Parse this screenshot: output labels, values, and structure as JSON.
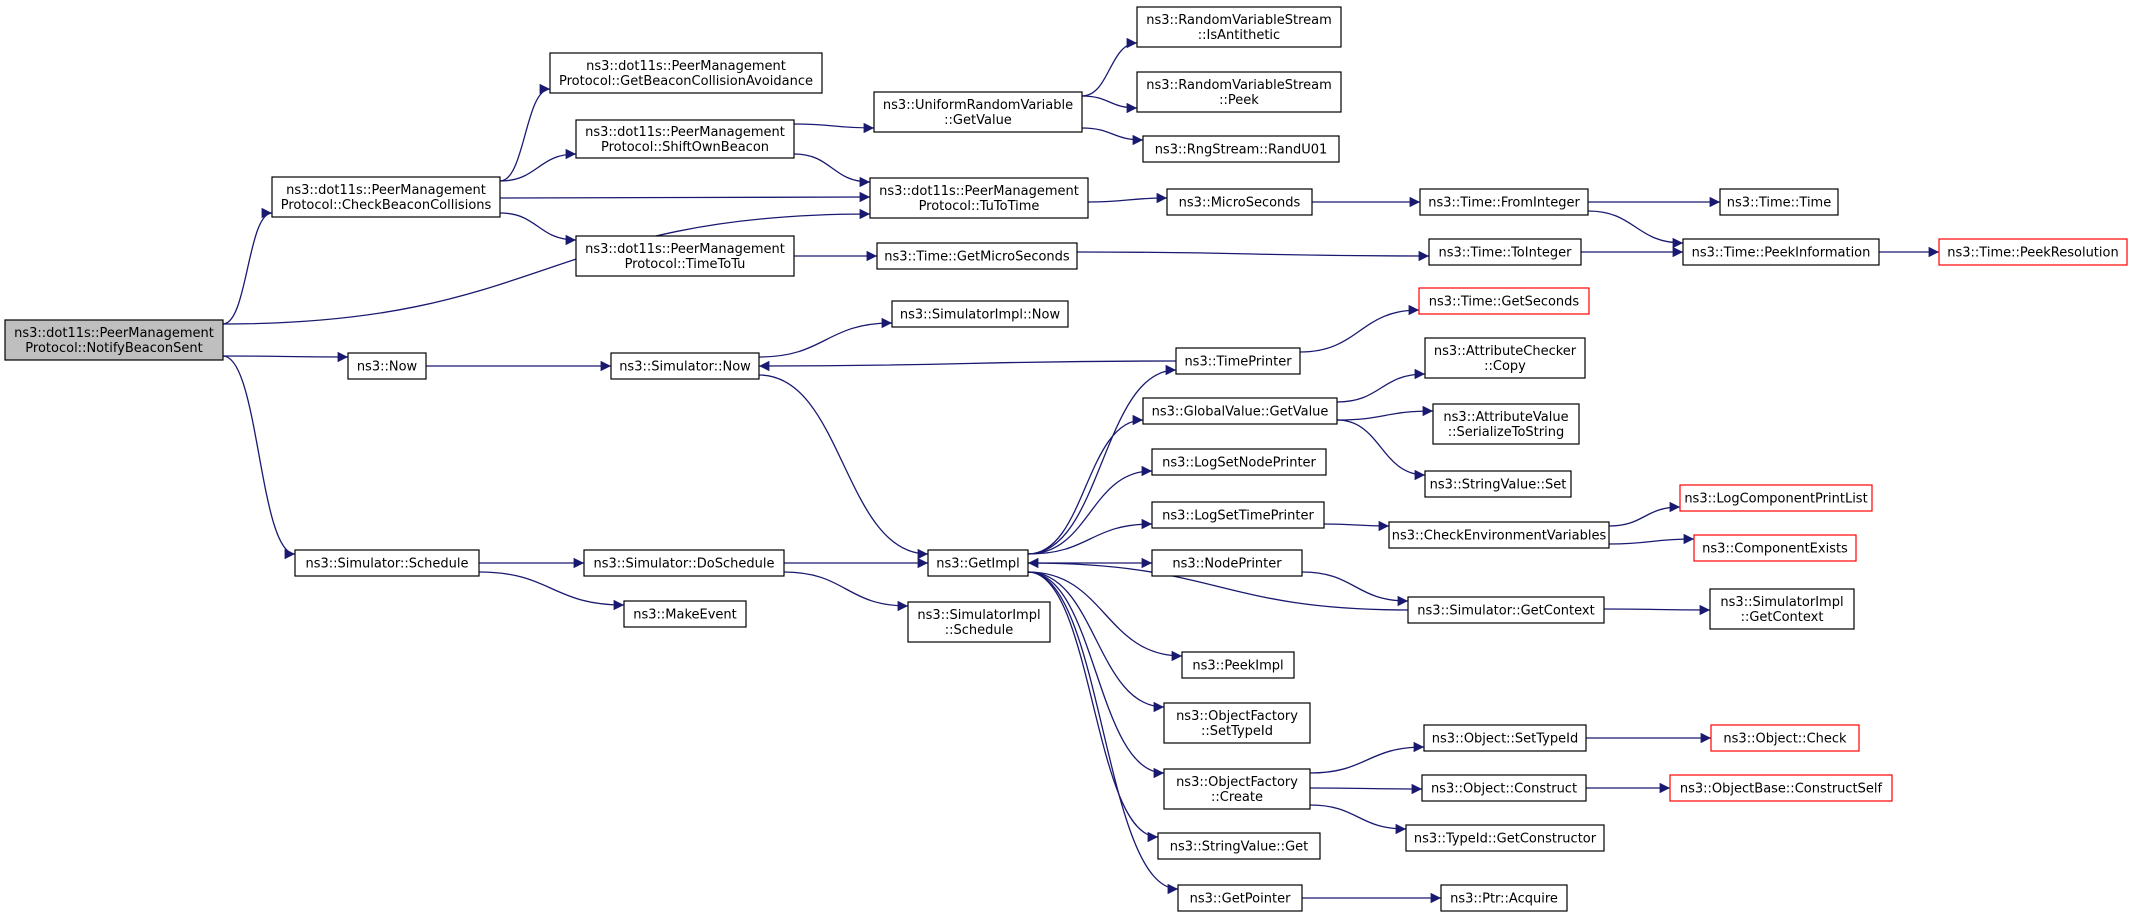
{
  "nodes": [
    {
      "id": "root",
      "lines": [
        "ns3::dot11s::PeerManagement",
        "Protocol::NotifyBeaconSent"
      ],
      "style": "root"
    },
    {
      "id": "checkBeacon",
      "lines": [
        "ns3::dot11s::PeerManagement",
        "Protocol::CheckBeaconCollisions"
      ]
    },
    {
      "id": "getBeaconCA",
      "lines": [
        "ns3::dot11s::PeerManagement",
        "Protocol::GetBeaconCollisionAvoidance"
      ]
    },
    {
      "id": "shiftOwn",
      "lines": [
        "ns3::dot11s::PeerManagement",
        "Protocol::ShiftOwnBeacon"
      ]
    },
    {
      "id": "timeToTu",
      "lines": [
        "ns3::dot11s::PeerManagement",
        "Protocol::TimeToTu"
      ]
    },
    {
      "id": "uniformGet",
      "lines": [
        "ns3::UniformRandomVariable",
        "::GetValue"
      ]
    },
    {
      "id": "isAnti",
      "lines": [
        "ns3::RandomVariableStream",
        "::IsAntithetic"
      ]
    },
    {
      "id": "peek",
      "lines": [
        "ns3::RandomVariableStream",
        "::Peek"
      ]
    },
    {
      "id": "randU01",
      "lines": [
        "ns3::RngStream::RandU01"
      ]
    },
    {
      "id": "tuToTime",
      "lines": [
        "ns3::dot11s::PeerManagement",
        "Protocol::TuToTime"
      ]
    },
    {
      "id": "microSeconds",
      "lines": [
        "ns3::MicroSeconds"
      ]
    },
    {
      "id": "fromInteger",
      "lines": [
        "ns3::Time::FromInteger"
      ]
    },
    {
      "id": "timeTime",
      "lines": [
        "ns3::Time::Time"
      ]
    },
    {
      "id": "getMicro",
      "lines": [
        "ns3::Time::GetMicroSeconds"
      ]
    },
    {
      "id": "toInteger",
      "lines": [
        "ns3::Time::ToInteger"
      ]
    },
    {
      "id": "peekInfo",
      "lines": [
        "ns3::Time::PeekInformation"
      ]
    },
    {
      "id": "peekRes",
      "lines": [
        "ns3::Time::PeekResolution"
      ],
      "style": "red"
    },
    {
      "id": "getSeconds",
      "lines": [
        "ns3::Time::GetSeconds"
      ],
      "style": "red"
    },
    {
      "id": "simImplNow",
      "lines": [
        "ns3::SimulatorImpl::Now"
      ]
    },
    {
      "id": "now",
      "lines": [
        "ns3::Now"
      ]
    },
    {
      "id": "simNow",
      "lines": [
        "ns3::Simulator::Now"
      ]
    },
    {
      "id": "timePrinter",
      "lines": [
        "ns3::TimePrinter"
      ]
    },
    {
      "id": "attrCopy",
      "lines": [
        "ns3::AttributeChecker",
        "::Copy"
      ]
    },
    {
      "id": "globalGet",
      "lines": [
        "ns3::GlobalValue::GetValue"
      ]
    },
    {
      "id": "attrSerialize",
      "lines": [
        "ns3::AttributeValue",
        "::SerializeToString"
      ]
    },
    {
      "id": "logSetNode",
      "lines": [
        "ns3::LogSetNodePrinter"
      ]
    },
    {
      "id": "strSet",
      "lines": [
        "ns3::StringValue::Set"
      ]
    },
    {
      "id": "logSetTime",
      "lines": [
        "ns3::LogSetTimePrinter"
      ]
    },
    {
      "id": "logCompPrint",
      "lines": [
        "ns3::LogComponentPrintList"
      ],
      "style": "red"
    },
    {
      "id": "checkEnv",
      "lines": [
        "ns3::CheckEnvironmentVariables"
      ]
    },
    {
      "id": "compExists",
      "lines": [
        "ns3::ComponentExists"
      ],
      "style": "red"
    },
    {
      "id": "simSchedule",
      "lines": [
        "ns3::Simulator::Schedule"
      ]
    },
    {
      "id": "doSchedule",
      "lines": [
        "ns3::Simulator::DoSchedule"
      ]
    },
    {
      "id": "getImpl",
      "lines": [
        "ns3::GetImpl"
      ]
    },
    {
      "id": "nodePrinter",
      "lines": [
        "ns3::NodePrinter"
      ]
    },
    {
      "id": "getContext",
      "lines": [
        "ns3::Simulator::GetContext"
      ]
    },
    {
      "id": "implGetContext",
      "lines": [
        "ns3::SimulatorImpl",
        "::GetContext"
      ]
    },
    {
      "id": "makeEvent",
      "lines": [
        "ns3::MakeEvent"
      ]
    },
    {
      "id": "implSchedule",
      "lines": [
        "ns3::SimulatorImpl",
        "::Schedule"
      ]
    },
    {
      "id": "peekImpl",
      "lines": [
        "ns3::PeekImpl"
      ]
    },
    {
      "id": "ofSetTypeId",
      "lines": [
        "ns3::ObjectFactory",
        "::SetTypeId"
      ]
    },
    {
      "id": "objSetTypeId",
      "lines": [
        "ns3::Object::SetTypeId"
      ]
    },
    {
      "id": "objCheck",
      "lines": [
        "ns3::Object::Check"
      ],
      "style": "red"
    },
    {
      "id": "ofCreate",
      "lines": [
        "ns3::ObjectFactory",
        "::Create"
      ]
    },
    {
      "id": "objConstruct",
      "lines": [
        "ns3::Object::Construct"
      ]
    },
    {
      "id": "constructSelf",
      "lines": [
        "ns3::ObjectBase::ConstructSelf"
      ],
      "style": "red"
    },
    {
      "id": "getConstructor",
      "lines": [
        "ns3::TypeId::GetConstructor"
      ]
    },
    {
      "id": "strGet",
      "lines": [
        "ns3::StringValue::Get"
      ]
    },
    {
      "id": "getPointer",
      "lines": [
        "ns3::GetPointer"
      ]
    },
    {
      "id": "ptrAcquire",
      "lines": [
        "ns3::Ptr::Acquire"
      ]
    }
  ],
  "edges": [
    [
      "root",
      "checkBeacon"
    ],
    [
      "root",
      "tuToTime"
    ],
    [
      "root",
      "now"
    ],
    [
      "root",
      "simSchedule"
    ],
    [
      "checkBeacon",
      "getBeaconCA"
    ],
    [
      "checkBeacon",
      "shiftOwn"
    ],
    [
      "checkBeacon",
      "tuToTime"
    ],
    [
      "checkBeacon",
      "timeToTu"
    ],
    [
      "shiftOwn",
      "uniformGet"
    ],
    [
      "shiftOwn",
      "tuToTime"
    ],
    [
      "uniformGet",
      "isAnti"
    ],
    [
      "uniformGet",
      "peek"
    ],
    [
      "uniformGet",
      "randU01"
    ],
    [
      "tuToTime",
      "microSeconds"
    ],
    [
      "microSeconds",
      "fromInteger"
    ],
    [
      "fromInteger",
      "timeTime"
    ],
    [
      "fromInteger",
      "peekInfo"
    ],
    [
      "timeToTu",
      "getMicro"
    ],
    [
      "getMicro",
      "toInteger"
    ],
    [
      "toInteger",
      "peekInfo"
    ],
    [
      "peekInfo",
      "peekRes"
    ],
    [
      "now",
      "simNow"
    ],
    [
      "simNow",
      "simImplNow"
    ],
    [
      "simNow",
      "getImpl"
    ],
    [
      "timePrinter",
      "getSeconds"
    ],
    [
      "timePrinter",
      "simNow"
    ],
    [
      "simSchedule",
      "doSchedule"
    ],
    [
      "simSchedule",
      "makeEvent"
    ],
    [
      "doSchedule",
      "getImpl"
    ],
    [
      "doSchedule",
      "implSchedule"
    ],
    [
      "getImpl",
      "timePrinter"
    ],
    [
      "getImpl",
      "globalGet"
    ],
    [
      "getImpl",
      "logSetNode"
    ],
    [
      "getImpl",
      "logSetTime"
    ],
    [
      "getImpl",
      "nodePrinter"
    ],
    [
      "getImpl",
      "peekImpl"
    ],
    [
      "getImpl",
      "ofSetTypeId"
    ],
    [
      "getImpl",
      "ofCreate"
    ],
    [
      "getImpl",
      "strGet"
    ],
    [
      "getImpl",
      "getPointer"
    ],
    [
      "globalGet",
      "attrCopy"
    ],
    [
      "globalGet",
      "attrSerialize"
    ],
    [
      "globalGet",
      "strSet"
    ],
    [
      "logSetTime",
      "checkEnv"
    ],
    [
      "checkEnv",
      "logCompPrint"
    ],
    [
      "checkEnv",
      "compExists"
    ],
    [
      "nodePrinter",
      "getContext"
    ],
    [
      "getContext",
      "getImpl"
    ],
    [
      "getContext",
      "implGetContext"
    ],
    [
      "ofCreate",
      "objSetTypeId"
    ],
    [
      "ofCreate",
      "objConstruct"
    ],
    [
      "ofCreate",
      "getConstructor"
    ],
    [
      "objSetTypeId",
      "objCheck"
    ],
    [
      "objConstruct",
      "constructSelf"
    ],
    [
      "getPointer",
      "ptrAcquire"
    ]
  ]
}
